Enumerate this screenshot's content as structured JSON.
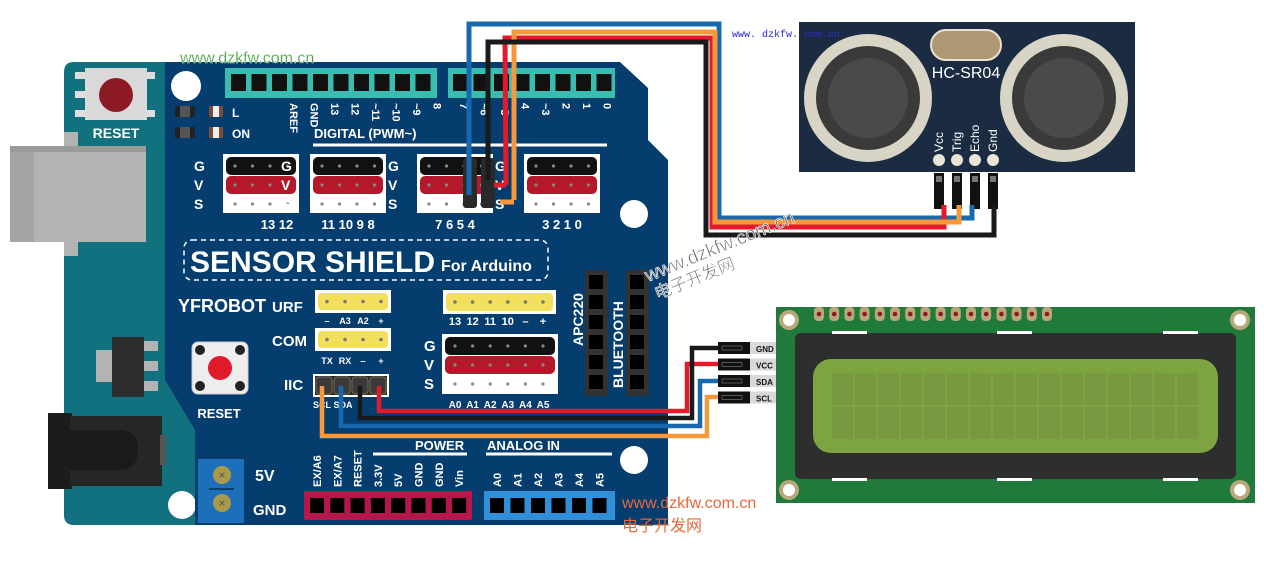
{
  "watermarks": {
    "top_green": "www.dzkfw.com.cn",
    "top_blue": "www. dzkfw. com.cn",
    "diag_url": "www.dzkfw.com.cn",
    "diag_cn": "电子开发网",
    "bottom_url": "www.dzkfw.com.cn",
    "bottom_cn": "电子开发网"
  },
  "arduino": {
    "reset_label": "RESET",
    "led_l": "L",
    "led_on": "ON"
  },
  "shield": {
    "title": "SENSOR SHIELD",
    "subtitle": "For Arduino",
    "brand": "YFROBOT",
    "digital_header_label": "DIGITAL  (PWM~)",
    "digital_pins_left": [
      "AREF",
      "GND",
      "13",
      "12",
      "~11",
      "~10",
      "~9",
      "8"
    ],
    "digital_pins_right": [
      "7",
      "~6",
      "~5",
      "4",
      "~3",
      "2",
      "1",
      "0"
    ],
    "gvs": [
      "G",
      "V",
      "S"
    ],
    "gvs_groups": [
      {
        "numbers": "13 12"
      },
      {
        "numbers": "11 10  9  8"
      },
      {
        "numbers": "7  6  5  4"
      },
      {
        "numbers": "3  2  1  0"
      }
    ],
    "urf_label": "URF",
    "urf_pins": [
      "–",
      "A3",
      "A2",
      "+"
    ],
    "com_label": "COM",
    "com_pins": [
      "TX",
      "RX",
      "–",
      "+"
    ],
    "iic_label": "IIC",
    "iic_pins": [
      "SCL",
      "SDA"
    ],
    "spi_pins": [
      "13",
      "12",
      "11",
      "10",
      "–",
      "+"
    ],
    "analog_gvs_pins": [
      "A0",
      "A1",
      "A2",
      "A3",
      "A4",
      "A5"
    ],
    "apc_label": "APC220",
    "bt_label": "BLUETOOTH",
    "reset_label": "RESET",
    "terminal_5v": "5V",
    "terminal_gnd": "GND",
    "power_header": "POWER",
    "analog_header": "ANALOG IN",
    "power_pins": [
      "EX/A6",
      "EX/A7",
      "RESET",
      "3.3V",
      "5V",
      "GND",
      "GND",
      "Vin"
    ],
    "analog_pins": [
      "A0",
      "A1",
      "A2",
      "A3",
      "A4",
      "A5"
    ]
  },
  "ultrasonic": {
    "model": "HC-SR04",
    "pins": [
      "Vcc",
      "Trig",
      "Echo",
      "Gnd"
    ]
  },
  "lcd": {
    "pins": [
      "GND",
      "VCC",
      "SDA",
      "SCL"
    ],
    "columns": 16,
    "rows": 2
  },
  "colors": {
    "shield_blue": "#043d6e",
    "arduino_teal": "#12717f",
    "header_teal": "#3bbcb0",
    "wire_red": "#e31a2c",
    "wire_black": "#1a1a1a",
    "wire_blue": "#1868ae",
    "wire_orange": "#f7993a",
    "lcd_green": "#1f7a3b",
    "lcd_screen": "#7ea442",
    "watermark_green": "#3c9a3c",
    "watermark_orange": "#e9673b"
  }
}
